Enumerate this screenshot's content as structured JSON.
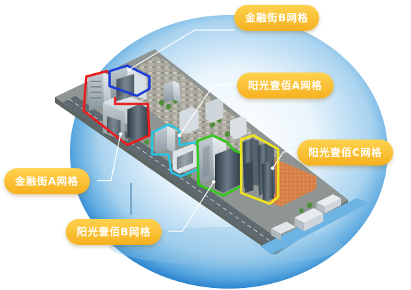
{
  "labels": {
    "jinrongjie_b": "金融街B网格",
    "yangguang_a": "阳光壹佰A网格",
    "yangguang_c": "阳光壹佰C网格",
    "jinrongjie_a": "金融街A网格",
    "yangguang_b": "阳光壹佰B网格"
  },
  "colors": {
    "jinrongjie_a": "#e81e1e",
    "jinrongjie_b": "#1d3fd8",
    "yangguang_a": "#22c8e8",
    "yangguang_b": "#35c81e",
    "yangguang_c": "#f0e41e",
    "label_fill": "#f7b92c",
    "sphere": "#2f8fd3"
  },
  "icons": {
    "buildings": "isometric-building-icon"
  }
}
